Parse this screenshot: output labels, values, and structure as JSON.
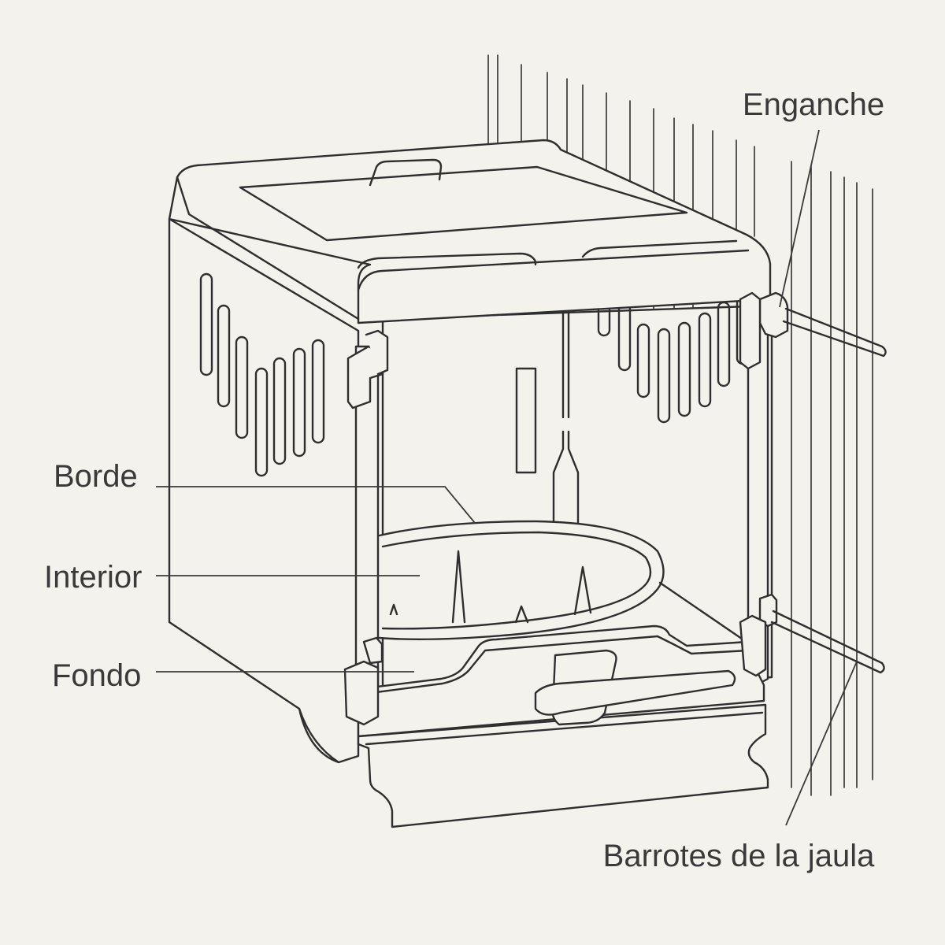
{
  "labels": {
    "hook": "Enganche",
    "rim": "Borde",
    "interior": "Interior",
    "bottom": "Fondo",
    "cage_bars": "Barrotes de la jaula"
  },
  "colors": {
    "background": "#f3f2ec",
    "line": "#2f2f2f",
    "text": "#3a3a3a"
  }
}
